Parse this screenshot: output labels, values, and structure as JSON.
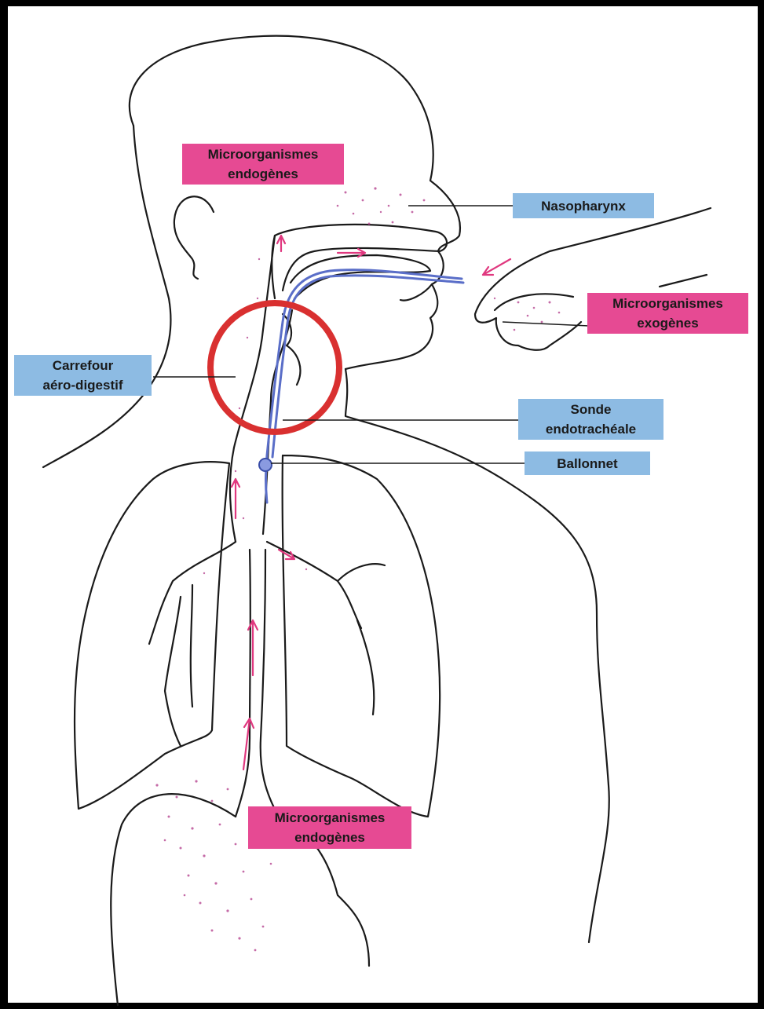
{
  "colors": {
    "pink_label": "#e64a93",
    "blue_label": "#8dbbe3",
    "outline": "#1a1a1a",
    "tube": "#5a6ec8",
    "microbe_dots": "#b23a8a",
    "arrows": "#e0387f",
    "highlight_circle": "#d93030"
  },
  "labels": {
    "endogenes_top": {
      "line1": "Microorganismes",
      "line2": "endogènes"
    },
    "nasopharynx": "Nasopharynx",
    "exogenes": {
      "line1": "Microorganismes",
      "line2": "exogènes"
    },
    "carrefour": {
      "line1": "Carrefour",
      "line2": "aéro-digestif"
    },
    "sonde": {
      "line1": "Sonde",
      "line2": "endotrachéale"
    },
    "ballonnet": "Ballonnet",
    "endogenes_bottom": {
      "line1": "Microorganismes",
      "line2": "endogènes"
    }
  }
}
